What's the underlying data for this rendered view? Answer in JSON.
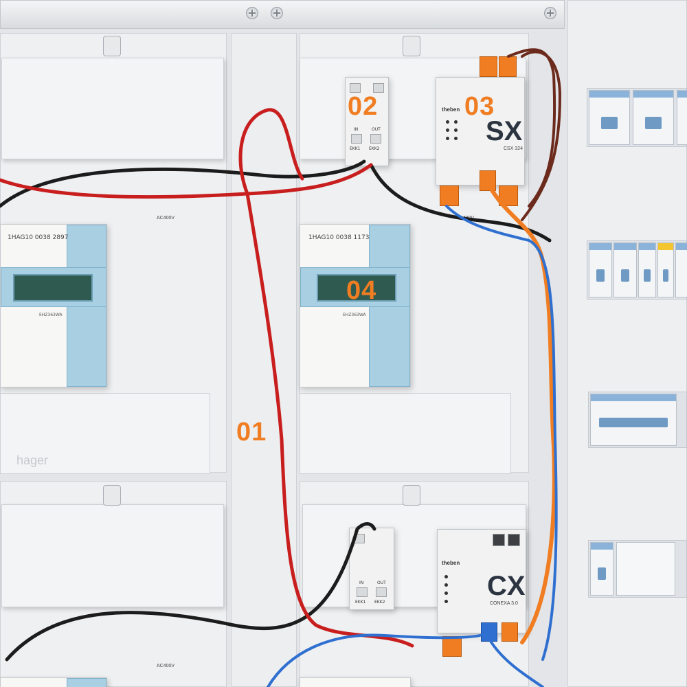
{
  "callouts": {
    "c01": "01",
    "c02": "02",
    "c03": "03",
    "c04": "04"
  },
  "sx_module": {
    "brand": "theben",
    "model": "SX",
    "subtitle": "CSX 324"
  },
  "cx_module": {
    "brand": "theben",
    "model": "CX",
    "subtitle": "CONEXA 3.0"
  },
  "splitters": [
    {
      "port_in": "IN",
      "port_out": "OUT",
      "port_ekk1": "EKK1",
      "port_ekk2": "EKK2"
    },
    {
      "port_in": "IN",
      "port_out": "OUT",
      "port_ekk1": "EKK1",
      "port_ekk2": "EKK2"
    }
  ],
  "meter_left": {
    "serial": "1HAG10 0038 2897",
    "model": "EHZ363WA",
    "rating": "AC400V"
  },
  "meter_center": {
    "serial": "1HAG10 0038 1173",
    "model": "EHZ363WA",
    "rating": "AC400V"
  },
  "meter_bottom": {
    "rating": "AC400V"
  },
  "panel_brand": "hager",
  "colors": {
    "callout": "#f07d22",
    "cable_red": "#c81e1e",
    "cable_black": "#1c1c1c",
    "cable_orange": "#f07d22",
    "cable_blue": "#2e6fd0",
    "cable_brown": "#6b2a1c"
  }
}
